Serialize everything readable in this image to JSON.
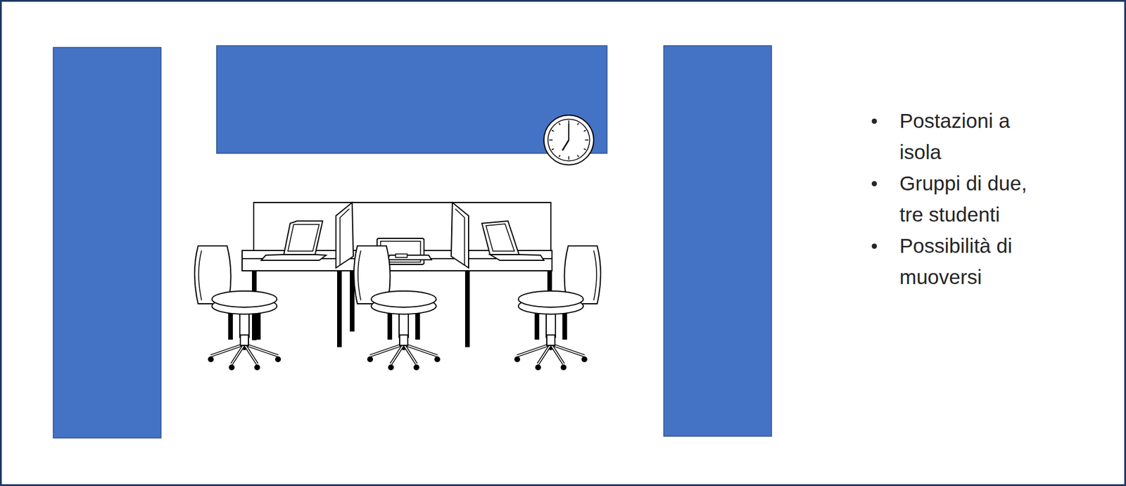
{
  "diagram": {
    "labels": [
      "Postazioni a isola",
      "Gruppi di due, tre studenti",
      "Possibilità di muoversi"
    ]
  }
}
